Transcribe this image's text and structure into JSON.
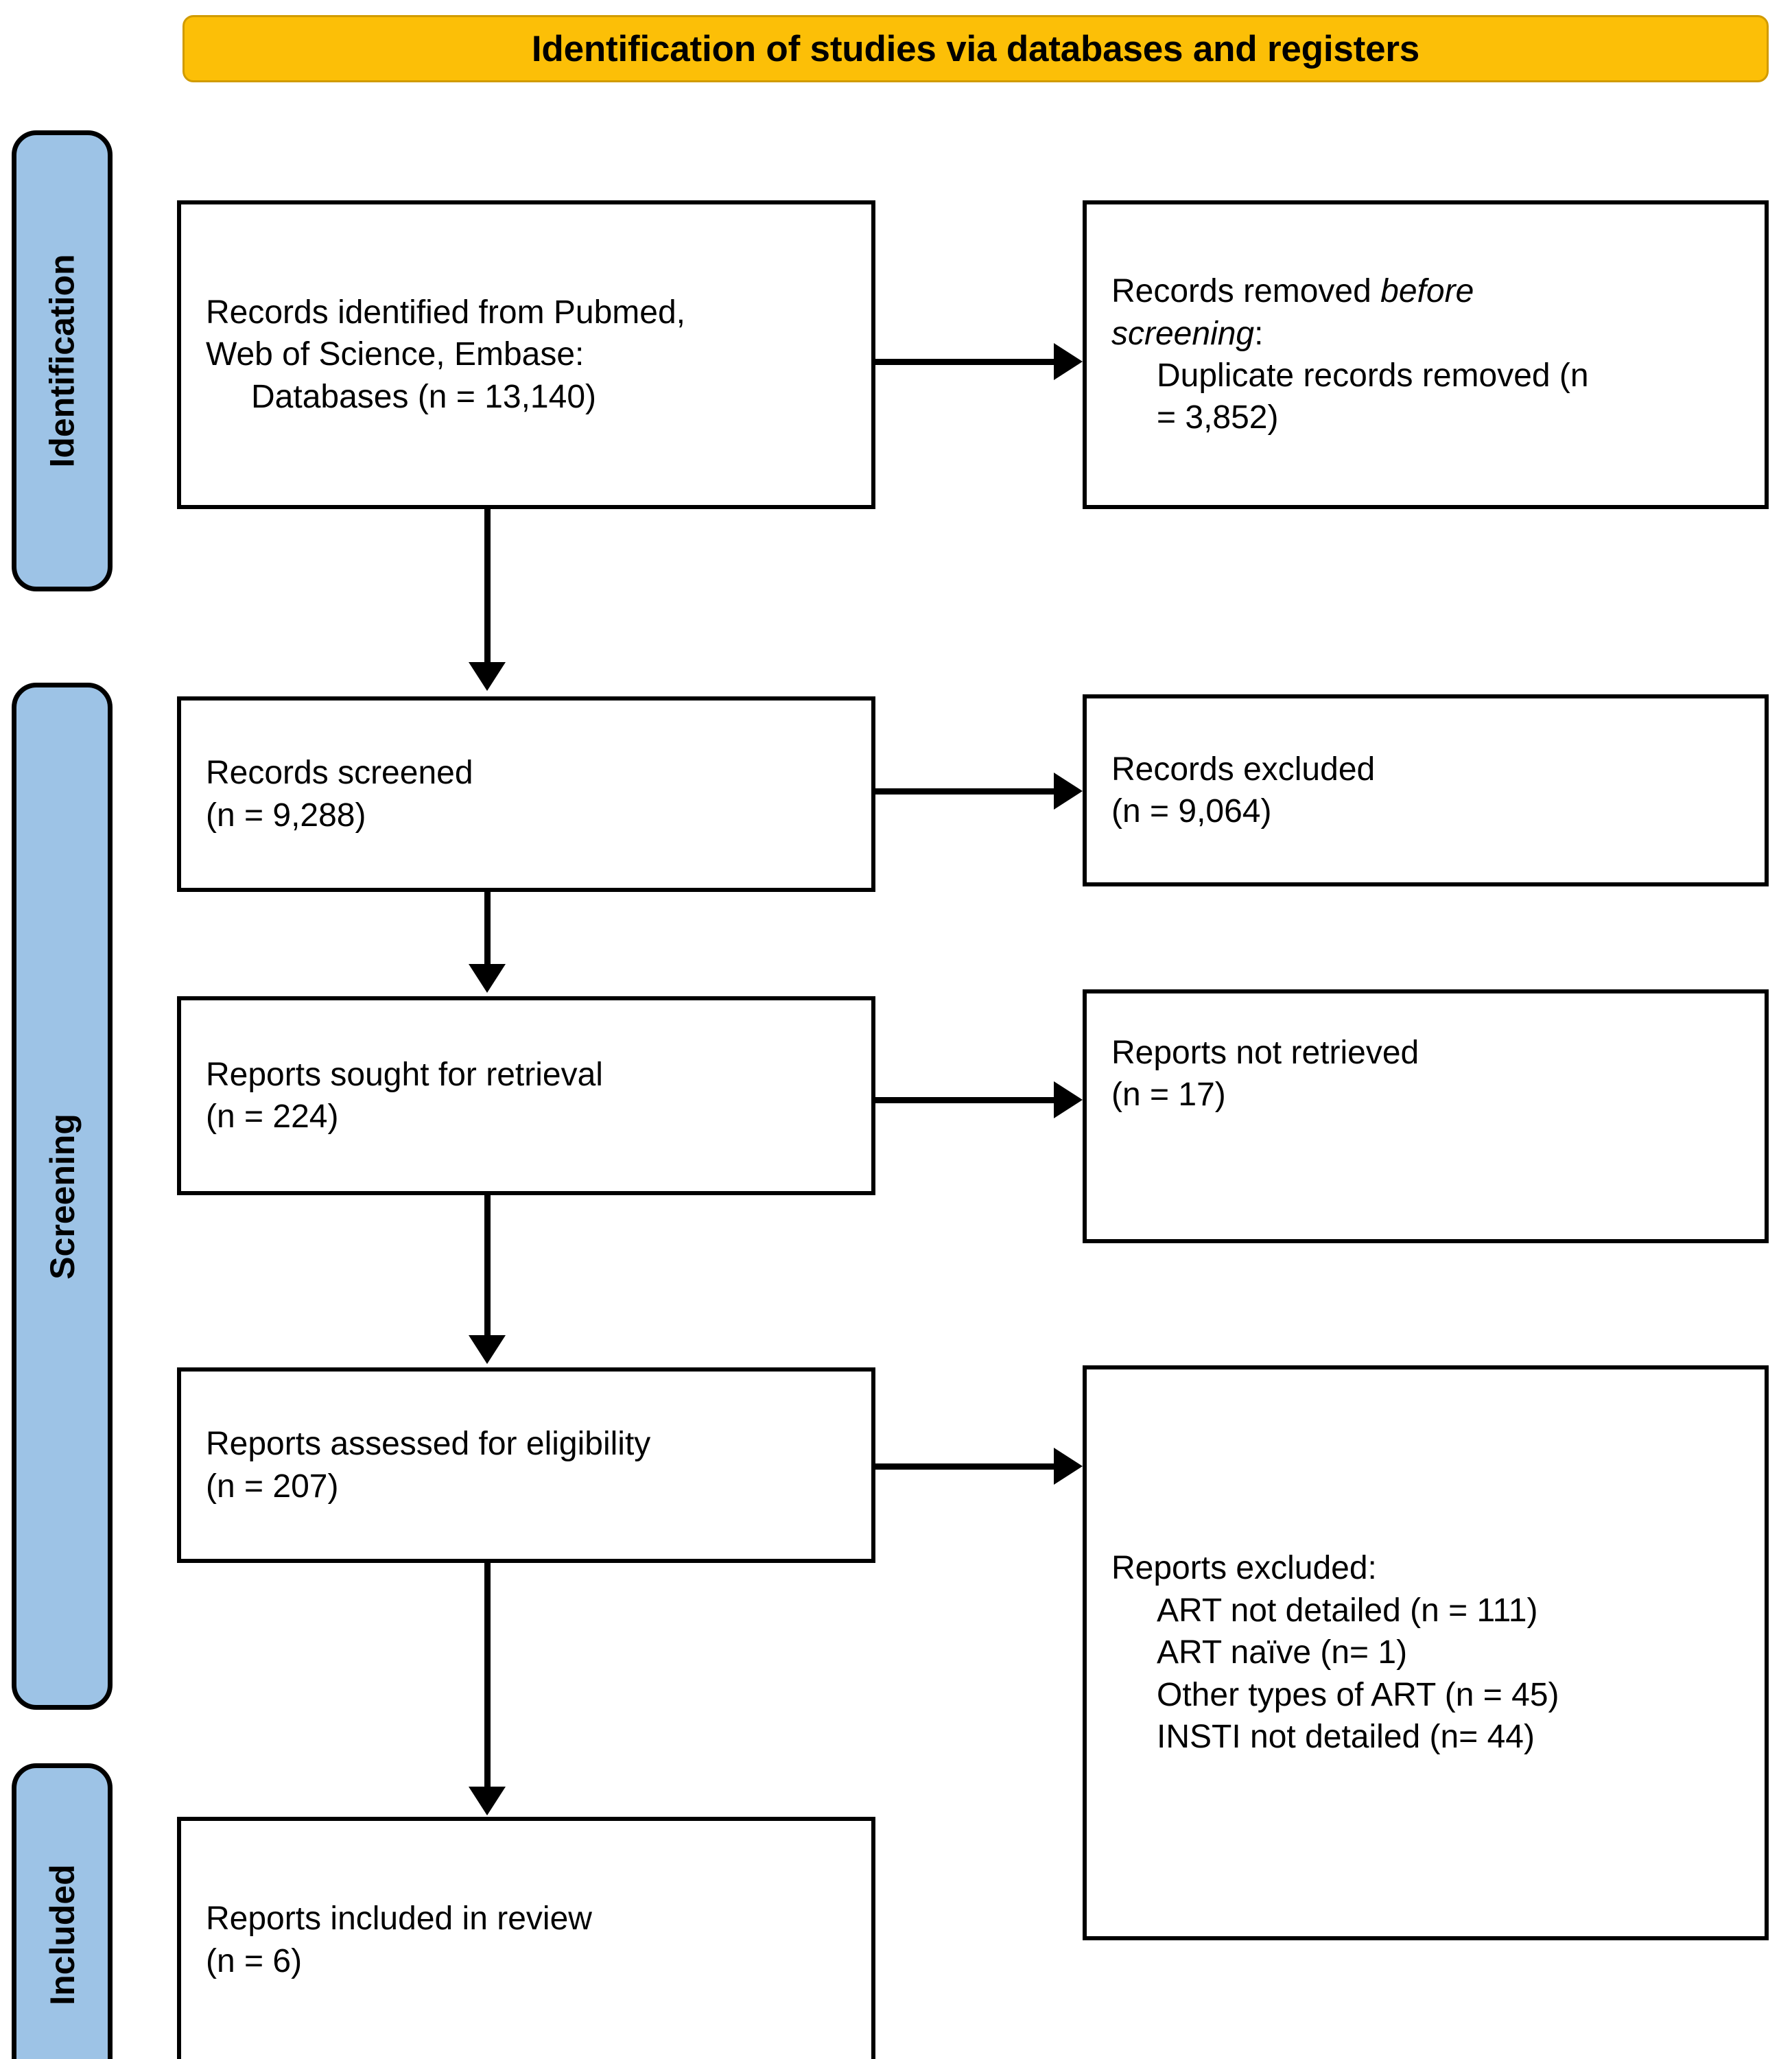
{
  "header": {
    "title": "Identification of studies via databases and registers",
    "accent_color": "#FCBF07",
    "accent_border_color": "#D19B00"
  },
  "stages": {
    "pill_color": "#9DC3E6",
    "items": [
      {
        "id": "identification",
        "label": "Identification"
      },
      {
        "id": "screening",
        "label": "Screening"
      },
      {
        "id": "included",
        "label": "Included"
      }
    ]
  },
  "flow": {
    "identified": {
      "lines": [
        "Records identified from Pubmed,",
        "Web of Science, Embase:",
        "Databases (n = 13,140)"
      ],
      "count": 13140
    },
    "removed_before_screening": {
      "title_plain": "Records removed ",
      "title_italic": "before",
      "title_italic_2": "screening",
      "title_colon": ":",
      "detail_line_1": "Duplicate records removed (n",
      "detail_line_2": "= 3,852)",
      "count": 3852
    },
    "screened": {
      "lines": [
        "Records screened",
        "(n = 9,288)"
      ],
      "count": 9288
    },
    "records_excluded": {
      "lines": [
        "Records excluded",
        "(n = 9,064)"
      ],
      "count": 9064
    },
    "sought_for_retrieval": {
      "lines": [
        "Reports sought for retrieval",
        "(n = 224)"
      ],
      "count": 224
    },
    "not_retrieved": {
      "lines": [
        "Reports not retrieved",
        "(n = 17)"
      ],
      "count": 17
    },
    "assessed_for_eligibility": {
      "lines": [
        "Reports assessed for eligibility",
        "(n = 207)"
      ],
      "count": 207
    },
    "reports_excluded": {
      "title": "Reports excluded:",
      "reasons": [
        {
          "label": "ART not detailed (n = 111)",
          "count": 111
        },
        {
          "label": "ART naïve (n= 1)",
          "count": 1
        },
        {
          "label": "Other types of ART (n = 45)",
          "count": 45
        },
        {
          "label": "INSTI not detailed (n= 44)",
          "count": 44
        }
      ]
    },
    "included_in_review": {
      "lines": [
        "Reports included in review",
        "(n = 6)"
      ],
      "count": 6
    }
  }
}
